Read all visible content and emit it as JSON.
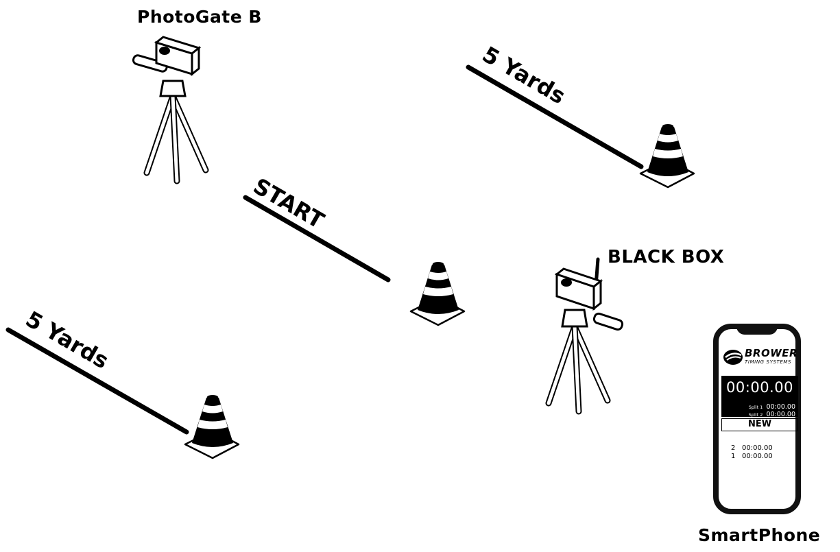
{
  "labels": {
    "photogate_b": "PhotoGate B",
    "black_box": "BLACK BOX",
    "smartphone": "SmartPhone",
    "start": "START",
    "five_yards_top": "5 Yards",
    "five_yards_left": "5 Yards"
  },
  "device_logo": {
    "text": "BROWER"
  },
  "phone": {
    "brand": "BROWER",
    "brand_sub": "TIMING SYSTEMS",
    "timer": "00:00.00",
    "splits": [
      {
        "label": "Split 1",
        "value": "00:00.00"
      },
      {
        "label": "Split 2",
        "value": "00:00.00"
      }
    ],
    "new_button": "NEW",
    "history": [
      {
        "n": "2",
        "time": "00:00.00"
      },
      {
        "n": "1",
        "time": "00:00.00"
      }
    ]
  }
}
